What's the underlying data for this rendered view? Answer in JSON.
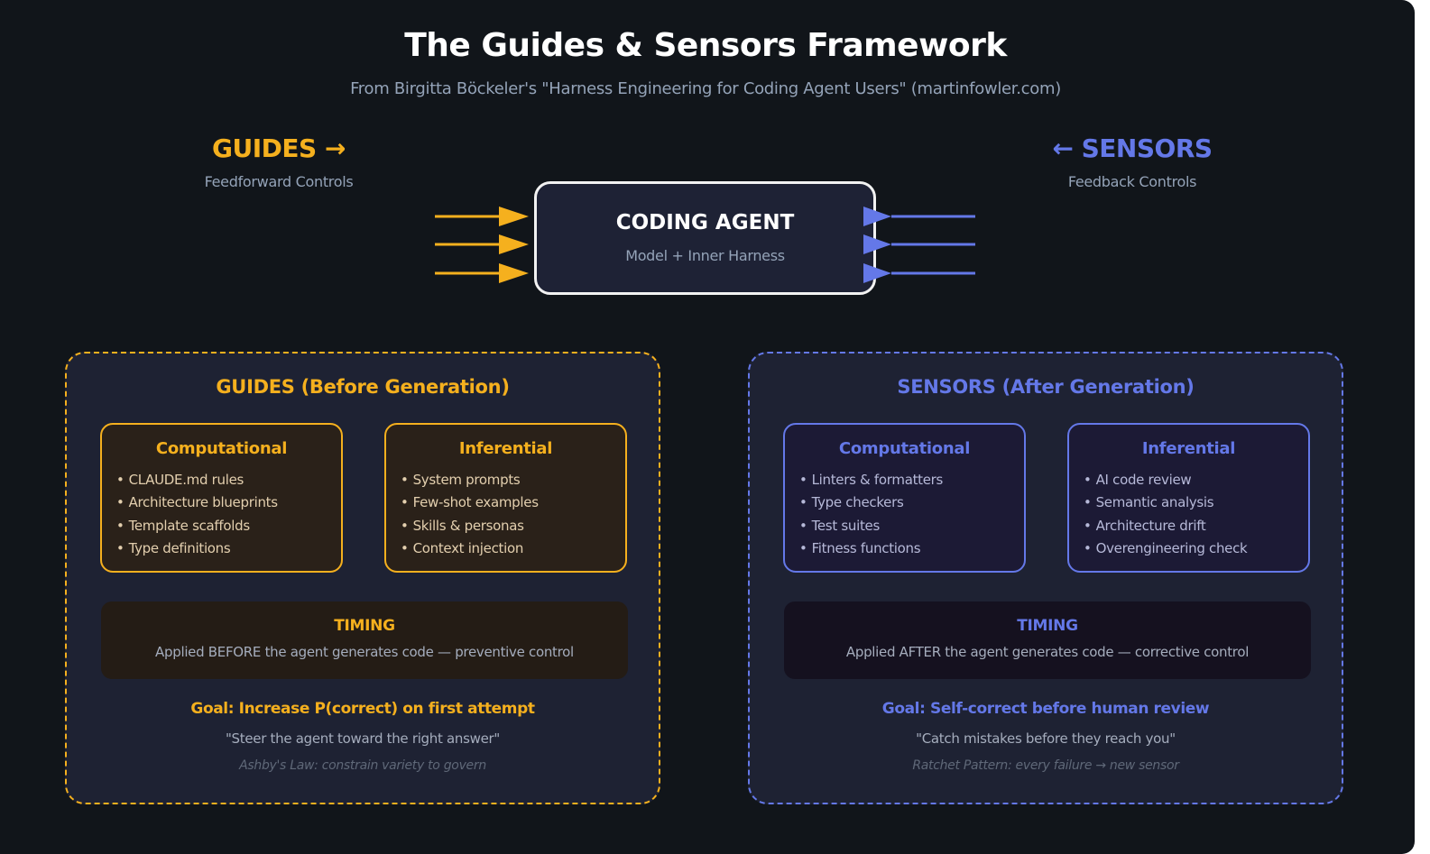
{
  "header": {
    "title": "The Guides & Sensors Framework",
    "subtitle": "From Birgitta Böckeler's \"Harness Engineering for Coding Agent Users\" (martinfowler.com)"
  },
  "colors": {
    "background": "#11151a",
    "guides_accent": "#f5b01e",
    "sensors_accent": "#6478e8",
    "agent_border": "#f2f2f2"
  },
  "guides_label": {
    "title": "GUIDES →",
    "subtitle": "Feedforward Controls"
  },
  "sensors_label": {
    "title": "← SENSORS",
    "subtitle": "Feedback Controls"
  },
  "agent": {
    "title": "CODING AGENT",
    "subtitle": "Model + Inner Harness",
    "incoming_arrow_count": 3,
    "outgoing_arrow_count": 3
  },
  "guides_panel": {
    "title": "GUIDES (Before Generation)",
    "cards": [
      {
        "title": "Computational",
        "bullet": "•",
        "items": [
          "CLAUDE.md rules",
          "Architecture blueprints",
          "Template scaffolds",
          "Type definitions"
        ]
      },
      {
        "title": "Inferential",
        "bullet": "•",
        "items": [
          "System prompts",
          "Few-shot examples",
          "Skills & personas",
          "Context injection"
        ]
      }
    ],
    "timing": {
      "title": "TIMING",
      "text": "Applied BEFORE the agent generates code — preventive control"
    },
    "goal": "Goal: Increase P(correct) on first attempt",
    "quote": "\"Steer the agent toward the right answer\"",
    "note": "Ashby's Law: constrain variety to govern"
  },
  "sensors_panel": {
    "title": "SENSORS (After Generation)",
    "cards": [
      {
        "title": "Computational",
        "bullet": "•",
        "items": [
          "Linters & formatters",
          "Type checkers",
          "Test suites",
          "Fitness functions"
        ]
      },
      {
        "title": "Inferential",
        "bullet": "•",
        "items": [
          "AI code review",
          "Semantic analysis",
          "Architecture drift",
          "Overengineering check"
        ]
      }
    ],
    "timing": {
      "title": "TIMING",
      "text": "Applied AFTER the agent generates code — corrective control"
    },
    "goal": "Goal: Self-correct before human review",
    "quote": "\"Catch mistakes before they reach you\"",
    "note": "Ratchet Pattern: every failure → new sensor"
  }
}
